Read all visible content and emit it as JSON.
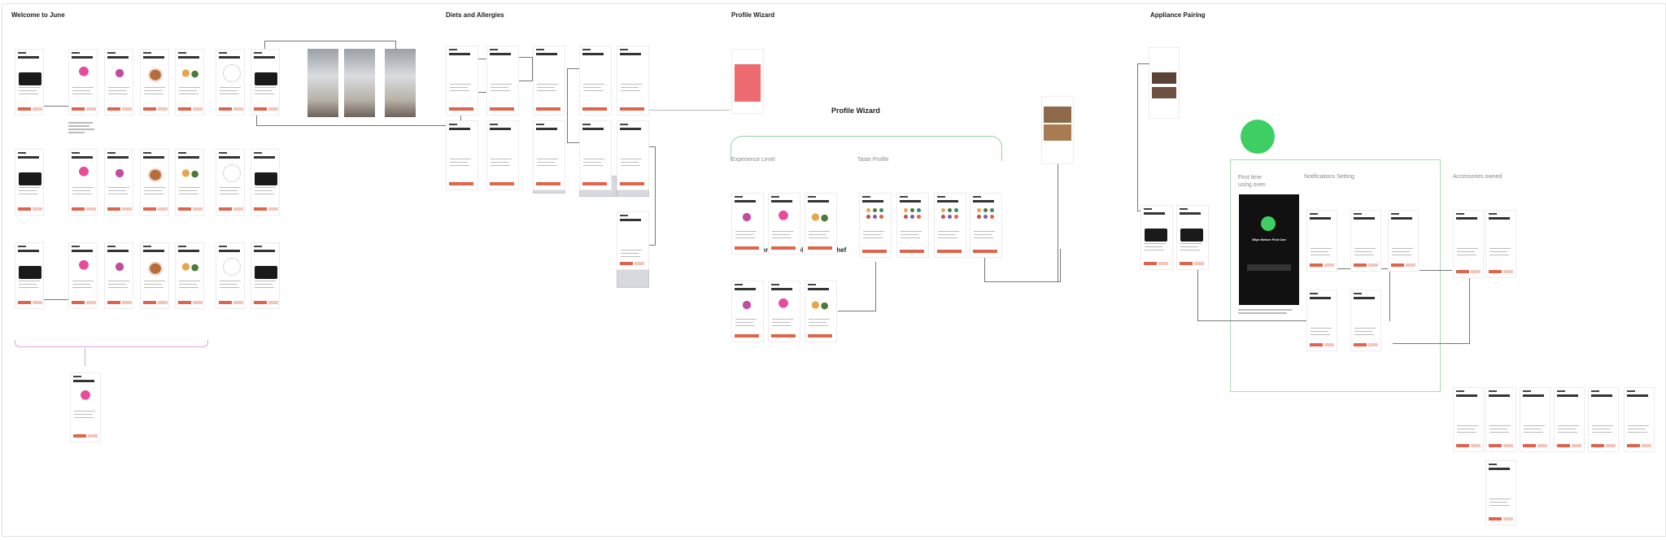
{
  "sections": {
    "welcome": "Welcome to June",
    "diets": "Diets and Allergies",
    "profile": "Profile Wizard",
    "appliance": "Appliance Pairing"
  },
  "profile_wizard": {
    "heading": "Profile Wizard",
    "experience": "Experience Level",
    "taste": "Taste Profile",
    "master_chef": "Experience Level - Master Chef"
  },
  "appliance": {
    "first_time": "First time\nusing oven",
    "notifications": "Notifications Setting",
    "accessories": "Accessories owned",
    "wipe_title": "Wipe Before First Use"
  },
  "colors": {
    "accent": "#e0634b",
    "green": "#3ecf64",
    "pink": "#e3a3d6"
  }
}
